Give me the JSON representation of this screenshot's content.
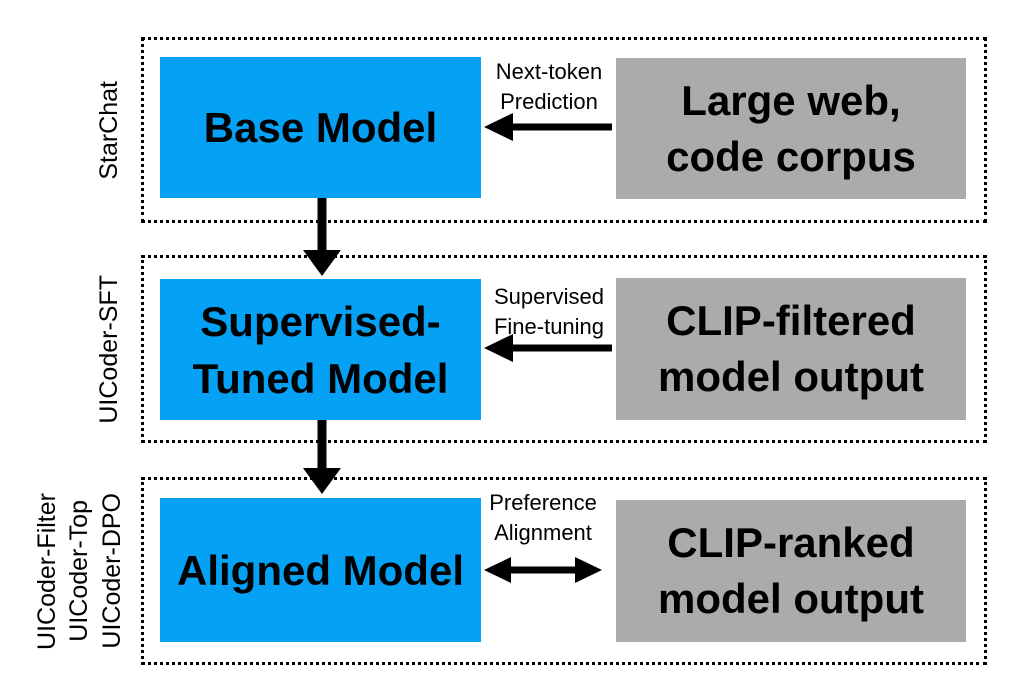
{
  "colors": {
    "model_box_blue": "#05A1F5",
    "data_box_gray": "#ABABAB",
    "line_black": "#000000",
    "background": "#FFFFFF"
  },
  "sections": [
    {
      "side_labels": [
        "StarChat"
      ],
      "model_box": {
        "lines": [
          "Base Model"
        ]
      },
      "data_box": {
        "lines": [
          "Large web,",
          "code corpus"
        ]
      },
      "arrow": {
        "lines": [
          "Next-token",
          "Prediction"
        ],
        "direction": "left"
      }
    },
    {
      "side_labels": [
        "UICoder-SFT"
      ],
      "model_box": {
        "lines": [
          "Supervised-",
          "Tuned Model"
        ]
      },
      "data_box": {
        "lines": [
          "CLIP-filtered",
          "model output"
        ]
      },
      "arrow": {
        "lines": [
          "Supervised",
          "Fine-tuning"
        ],
        "direction": "left"
      }
    },
    {
      "side_labels": [
        "UICoder-Filter",
        "UICoder-Top",
        "UICoder-DPO"
      ],
      "model_box": {
        "lines": [
          "Aligned Model"
        ]
      },
      "data_box": {
        "lines": [
          "CLIP-ranked",
          "model output"
        ]
      },
      "arrow": {
        "lines": [
          "Preference",
          "Alignment"
        ],
        "direction": "both"
      }
    }
  ]
}
